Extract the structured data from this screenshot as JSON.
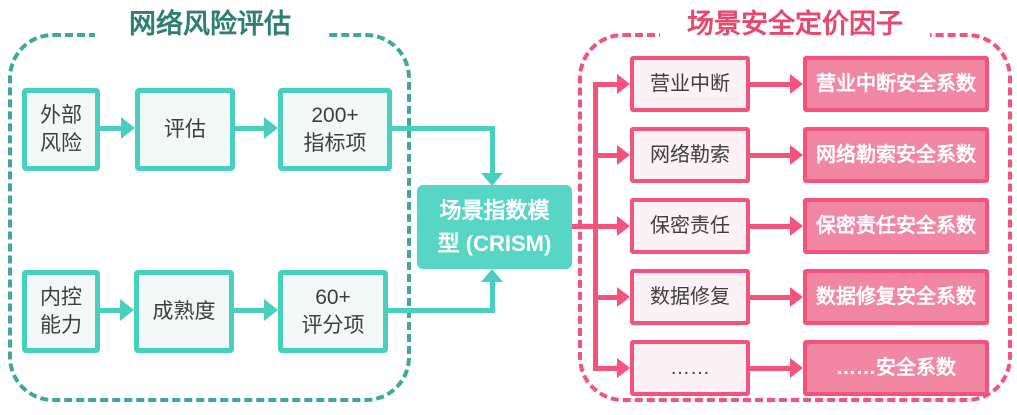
{
  "left_panel": {
    "title": "网络风险评估",
    "rows": [
      {
        "boxes": [
          "外部\n风险",
          "评估",
          "200+\n指标项"
        ]
      },
      {
        "boxes": [
          "内控\n能力",
          "成熟度",
          "60+\n评分项"
        ]
      }
    ]
  },
  "center_model": {
    "label": "场景指数模\n型 (CRISM)"
  },
  "right_panel": {
    "title": "场景安全定价因子",
    "rows": [
      {
        "scenario": "营业中断",
        "factor": "营业中断安全系数"
      },
      {
        "scenario": "网络勒索",
        "factor": "网络勒索安全系数"
      },
      {
        "scenario": "保密责任",
        "factor": "保密责任安全系数"
      },
      {
        "scenario": "数据修复",
        "factor": "数据修复安全系数"
      },
      {
        "scenario": "……",
        "factor": "……安全系数"
      }
    ]
  },
  "colors": {
    "teal_solid": "#49CFBE",
    "teal_dashed": "#3CA99D",
    "teal_title": "#2E7E73",
    "teal_box_fill": "#F2F8F6",
    "center_box_fill": "#57D5C5",
    "pink_solid": "#F4547C",
    "pink_title": "#E8486F",
    "pink_light_fill": "#FCF2F5",
    "pink_dark_fill": "#F287A3",
    "box_text": "#3E3E3E",
    "background": "#FFFFFF"
  }
}
